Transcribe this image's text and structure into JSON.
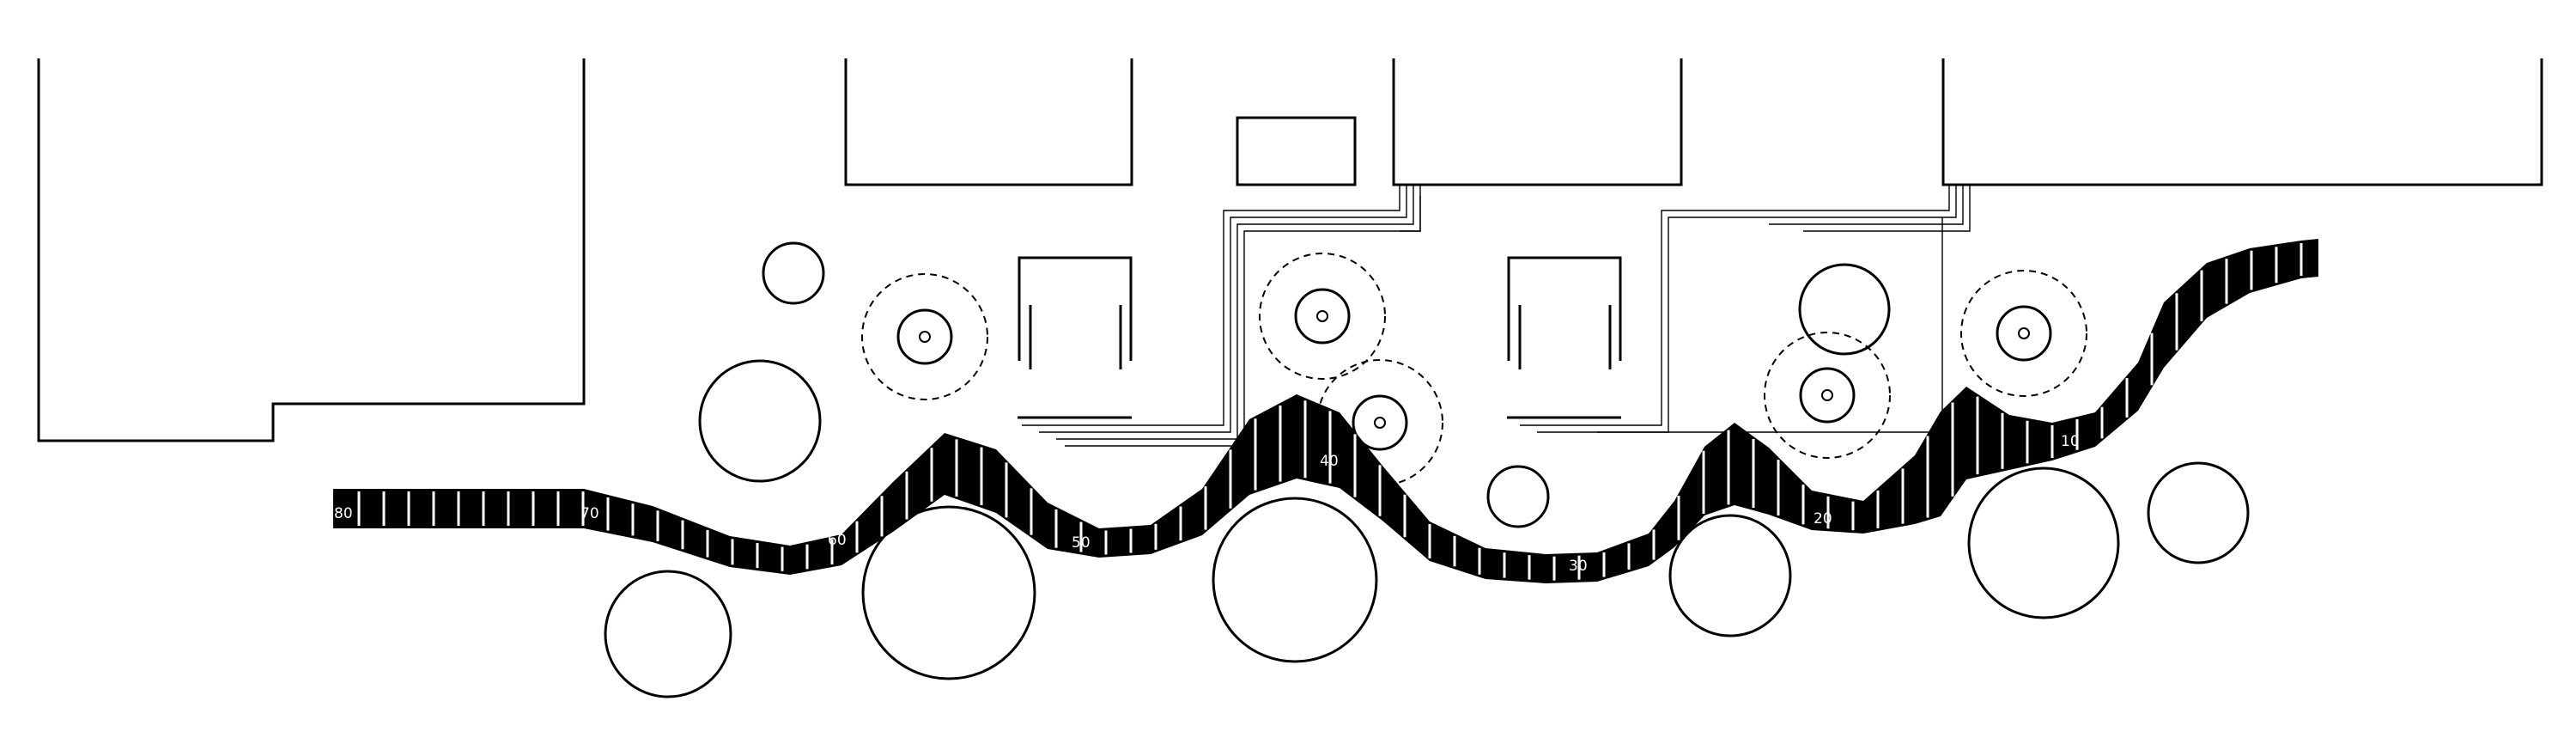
{
  "ink_color": "#000000",
  "paper_color": "#ffffff",
  "distance_markers": [
    "80",
    "70",
    "60",
    "50",
    "40",
    "30",
    "20",
    "10"
  ]
}
